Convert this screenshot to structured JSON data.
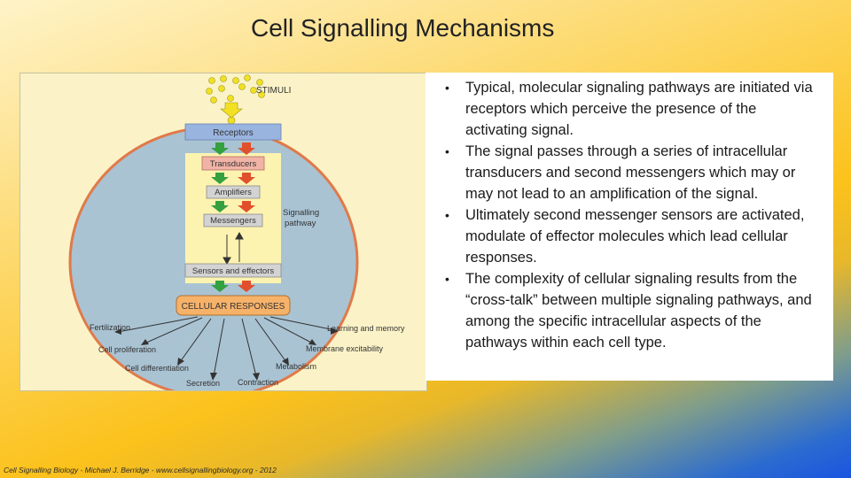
{
  "slide": {
    "title": "Cell Signalling Mechanisms",
    "footer": "Cell Signalling Biology - Michael J. Berridge - www.cellsignallingbiology.org - 2012"
  },
  "diagram": {
    "stimuli_label": "STIMULI",
    "pathway_boxes": [
      "Receptors",
      "Transducers",
      "Amplifiers",
      "Messengers",
      "Sensors and effectors"
    ],
    "pathway_label_line1": "Signalling",
    "pathway_label_line2": "pathway",
    "responses_label": "CELLULAR RESPONSES",
    "responses": [
      "Fertilization",
      "Cell proliferation",
      "Cell differentiation",
      "Secretion",
      "Contraction",
      "Metabolism",
      "Membrane excitability",
      "Learning and memory"
    ],
    "colors": {
      "cell_fill": "#a9c3d3",
      "cell_border": "#e07a4a",
      "pathway_panel": "#fdf3b0",
      "box_blue": "#9ab4e0",
      "box_red": "#f2b3a7",
      "box_grey": "#d3d3d3",
      "box_orange": "#f7b26a",
      "arrow_green": "#35a040",
      "arrow_red": "#e0502c",
      "stimuli_dot": "#f2e022"
    }
  },
  "bullets": [
    "Typical, molecular signaling pathways are initiated via receptors which perceive the presence of the activating signal.",
    "The signal passes through a series of intracellular transducers and second messengers which may or may not lead to an amplification of the signal.",
    "Ultimately second messenger sensors are activated, modulate of effector molecules which lead cellular responses.",
    "The complexity of cellular signaling results from the “cross-talk” between multiple signaling pathways, and among the specific intracellular aspects of the pathways within each cell type."
  ],
  "bullet_marker": "•"
}
